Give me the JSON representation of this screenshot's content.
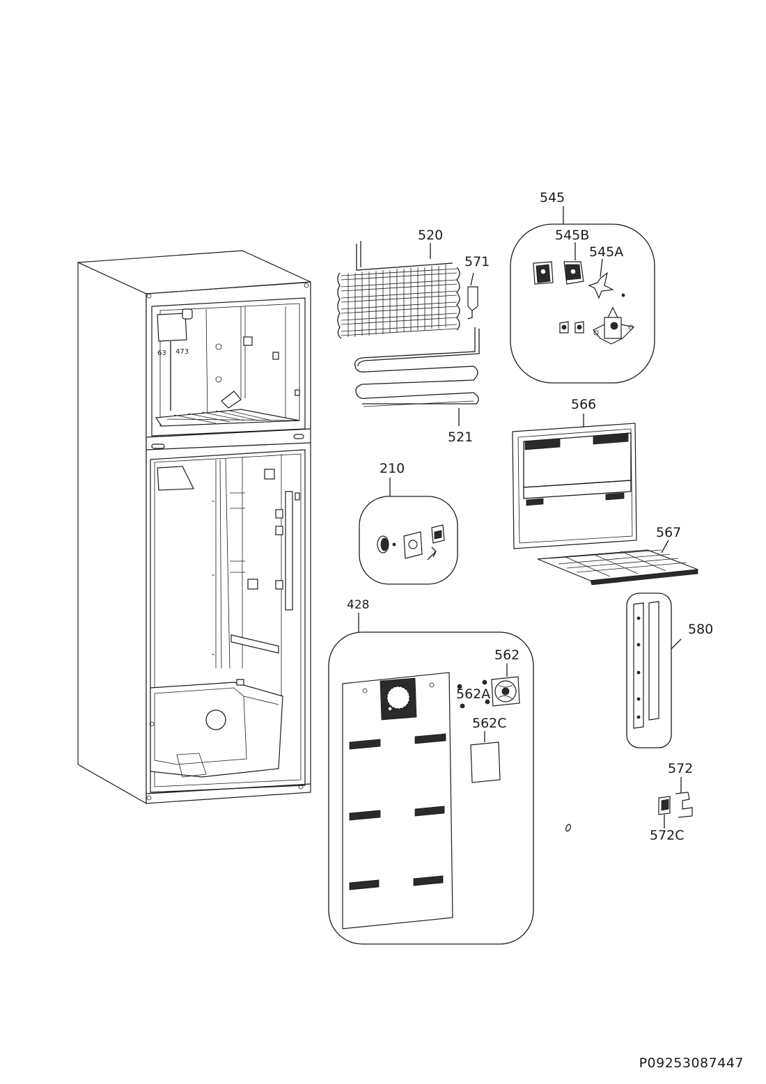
{
  "callouts": {
    "c545": "545",
    "c545B": "545B",
    "c545A": "545A",
    "c520": "520",
    "c571": "571",
    "c521": "521",
    "c566": "566",
    "c210": "210",
    "c567": "567",
    "c428": "428",
    "c562": "562",
    "c562A": "562A",
    "c562C": "562C",
    "c580": "580",
    "c572": "572",
    "c572C": "572C"
  },
  "cabinet_marks": {
    "m63": "63",
    "m473": "473"
  },
  "document_code": "P09253087447",
  "colors": {
    "line": "#1a1a1a",
    "background": "#ffffff"
  }
}
